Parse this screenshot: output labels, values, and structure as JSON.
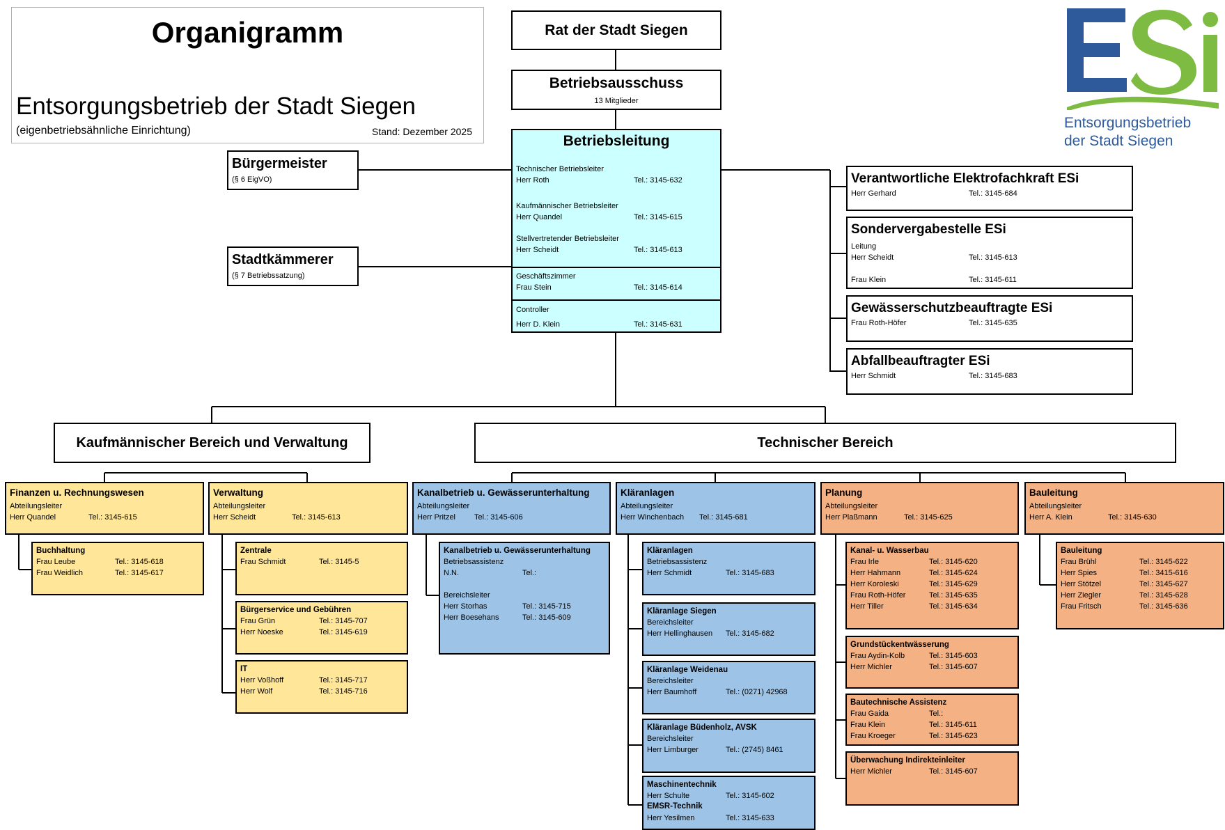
{
  "header": {
    "title": "Organigramm",
    "org_name": "Entsorgungsbetrieb der Stadt Siegen",
    "org_note": "(eigenbetriebsähnliche Einrichtung)",
    "stand": "Stand: Dezember 2025"
  },
  "logo": {
    "letters": "ESi",
    "line1": "Entsorgungsbetrieb",
    "line2": "der Stadt Siegen",
    "color_blue": "#2E5A9B",
    "color_green": "#7DBB42"
  },
  "rat": {
    "title": "Rat der Stadt Siegen"
  },
  "ausschuss": {
    "title": "Betriebsausschuss",
    "sub": "13 Mitglieder"
  },
  "buergermeister": {
    "title": "Bürgermeister",
    "sub": "(§ 6 EigVO)"
  },
  "kaemmerer": {
    "title": "Stadtkämmerer",
    "sub": "(§ 7 Betriebssatzung)"
  },
  "leitung": {
    "title": "Betriebsleitung",
    "entries": [
      {
        "role": "Technischer Betriebsleiter",
        "name": "Herr Roth",
        "tel": "Tel.: 3145-632"
      },
      {
        "role": "Kaufmännischer Betriebsleiter",
        "name": "Herr Quandel",
        "tel": "Tel.: 3145-615"
      },
      {
        "role": "Stellvertretender Betriebsleiter",
        "name": "Herr Scheidt",
        "tel": "Tel.: 3145-613"
      }
    ],
    "geschaeft": {
      "role": "Geschäftszimmer",
      "name": "Frau Stein",
      "tel": "Tel.: 3145-614"
    },
    "controller": {
      "role": "Controller",
      "name": "Herr D. Klein",
      "tel": "Tel.: 3145-631"
    }
  },
  "stabsstellen": {
    "elektro": {
      "title": "Verantwortliche Elektrofachkraft ESi",
      "name": "Herr Gerhard",
      "tel": "Tel.: 3145-684"
    },
    "vergabe": {
      "title": "Sondervergabestelle ESi",
      "role": "Leitung",
      "name1": "Herr Scheidt",
      "tel1": "Tel.: 3145-613",
      "name2": "Frau Klein",
      "tel2": "Tel.: 3145-611"
    },
    "gewaesser": {
      "title": "Gewässerschutzbeauftragte ESi",
      "name": "Frau Roth-Höfer",
      "tel": "Tel.: 3145-635"
    },
    "abfall": {
      "title": "Abfallbeauftragter ESi",
      "name": "Herr Schmidt",
      "tel": "Tel.: 3145-683"
    }
  },
  "bereiche": {
    "kaufm": "Kaufmännischer Bereich und Verwaltung",
    "tech": "Technischer Bereich"
  },
  "departments": [
    {
      "title": "Finanzen u. Rechnungswesen",
      "role": "Abteilungsleiter",
      "name": "Herr Quandel",
      "tel": "Tel.: 3145-615",
      "subs": [
        {
          "title": "Buchhaltung",
          "rows": [
            {
              "name": "Frau Leube",
              "tel": "Tel.: 3145-618"
            },
            {
              "name": "Frau Weidlich",
              "tel": "Tel.: 3145-617"
            }
          ]
        }
      ]
    },
    {
      "title": "Verwaltung",
      "role": "Abteilungsleiter",
      "name": "Herr Scheidt",
      "tel": "Tel.: 3145-613",
      "subs": [
        {
          "title": "Zentrale",
          "rows": [
            {
              "name": "Frau Schmidt",
              "tel": "Tel.: 3145-5"
            }
          ]
        },
        {
          "title": "Bürgerservice und Gebühren",
          "rows": [
            {
              "name": "Frau Grün",
              "tel": "Tel.: 3145-707"
            },
            {
              "name": "Herr Noeske",
              "tel": "Tel.: 3145-619"
            }
          ]
        },
        {
          "title": "IT",
          "rows": [
            {
              "name": "Herr Voßhoff",
              "tel": "Tel.: 3145-717"
            },
            {
              "name": "Herr Wolf",
              "tel": "Tel.: 3145-716"
            }
          ]
        }
      ]
    },
    {
      "title": "Kanalbetrieb u. Gewässerunterhaltung",
      "role": "Abteilungsleiter",
      "name": "Herr Pritzel",
      "tel": "Tel.: 3145-606",
      "subs": [
        {
          "title": "Kanalbetrieb u. Gewässerunterhaltung",
          "rows": [
            {
              "name": "Betriebsassistenz",
              "tel": ""
            },
            {
              "name": "N.N.",
              "tel": "Tel.:"
            },
            {
              "name": "",
              "tel": ""
            },
            {
              "name": "Bereichsleiter",
              "tel": ""
            },
            {
              "name": "Herr Storhas",
              "tel": "Tel.: 3145-715"
            },
            {
              "name": "Herr Boesehans",
              "tel": "Tel.: 3145-609"
            }
          ]
        }
      ]
    },
    {
      "title": "Kläranlagen",
      "role": "Abteilungsleiter",
      "name": "Herr Winchenbach",
      "tel": "Tel.: 3145-681",
      "subs": [
        {
          "title": "Kläranlagen",
          "rows": [
            {
              "name": "Betriebsassistenz",
              "tel": ""
            },
            {
              "name": "Herr Schmidt",
              "tel": "Tel.: 3145-683"
            }
          ]
        },
        {
          "title": "Kläranlage Siegen",
          "rows": [
            {
              "name": "Bereichsleiter",
              "tel": ""
            },
            {
              "name": "Herr Hellinghausen",
              "tel": "Tel.: 3145-682"
            }
          ]
        },
        {
          "title": "Kläranlage Weidenau",
          "rows": [
            {
              "name": "Bereichsleiter",
              "tel": ""
            },
            {
              "name": "Herr Baumhoff",
              "tel": "Tel.: (0271) 42968"
            }
          ]
        },
        {
          "title": "Kläranlage Büdenholz, AVSK",
          "rows": [
            {
              "name": "Bereichsleiter",
              "tel": ""
            },
            {
              "name": "Herr Limburger",
              "tel": "Tel.: (2745) 8461"
            }
          ]
        },
        {
          "title": "Maschinentechnik",
          "rows": [
            {
              "name": "Herr Schulte",
              "tel": "Tel.: 3145-602"
            }
          ],
          "title2": "EMSR-Technik",
          "rows2": [
            {
              "name": "Herr Yesilmen",
              "tel": "Tel.: 3145-633"
            }
          ]
        }
      ]
    },
    {
      "title": "Planung",
      "role": "Abteilungsleiter",
      "name": "Herr Plaßmann",
      "tel": "Tel.: 3145-625",
      "subs": [
        {
          "title": "Kanal- u. Wasserbau",
          "rows": [
            {
              "name": "Frau Irle",
              "tel": "Tel.: 3145-620"
            },
            {
              "name": "Herr Hahmann",
              "tel": "Tel.: 3145-624"
            },
            {
              "name": "Herr Koroleski",
              "tel": "Tel.: 3145-629"
            },
            {
              "name": "Frau Roth-Höfer",
              "tel": "Tel.: 3145-635"
            },
            {
              "name": "Herr Tiller",
              "tel": "Tel.: 3145-634"
            }
          ]
        },
        {
          "title": "Grundstückentwässerung",
          "rows": [
            {
              "name": "Frau Aydin-Kolb",
              "tel": "Tel.: 3145-603"
            },
            {
              "name": "Herr Michler",
              "tel": "Tel.: 3145-607"
            }
          ]
        },
        {
          "title": "Bautechnische Assistenz",
          "rows": [
            {
              "name": "Frau Gaida",
              "tel": "Tel.:"
            },
            {
              "name": "Frau Klein",
              "tel": "Tel.: 3145-611"
            },
            {
              "name": "Frau Kroeger",
              "tel": "Tel.: 3145-623"
            }
          ]
        },
        {
          "title": "Überwachung Indirekteinleiter",
          "rows": [
            {
              "name": "Herr Michler",
              "tel": "Tel.: 3145-607"
            }
          ]
        }
      ]
    },
    {
      "title": "Bauleitung",
      "role": "Abteilungsleiter",
      "name": "Herr A. Klein",
      "tel": "Tel.: 3145-630",
      "subs": [
        {
          "title": "Bauleitung",
          "rows": [
            {
              "name": "Frau Brühl",
              "tel": "Tel.: 3145-622"
            },
            {
              "name": "Herr Spies",
              "tel": "Tel.: 3415-616"
            },
            {
              "name": "Herr Stötzel",
              "tel": "Tel.: 3145-627"
            },
            {
              "name": "Herr Ziegler",
              "tel": "Tel.: 3145-628"
            },
            {
              "name": "Frau Fritsch",
              "tel": "Tel.: 3145-636"
            }
          ]
        }
      ]
    }
  ]
}
